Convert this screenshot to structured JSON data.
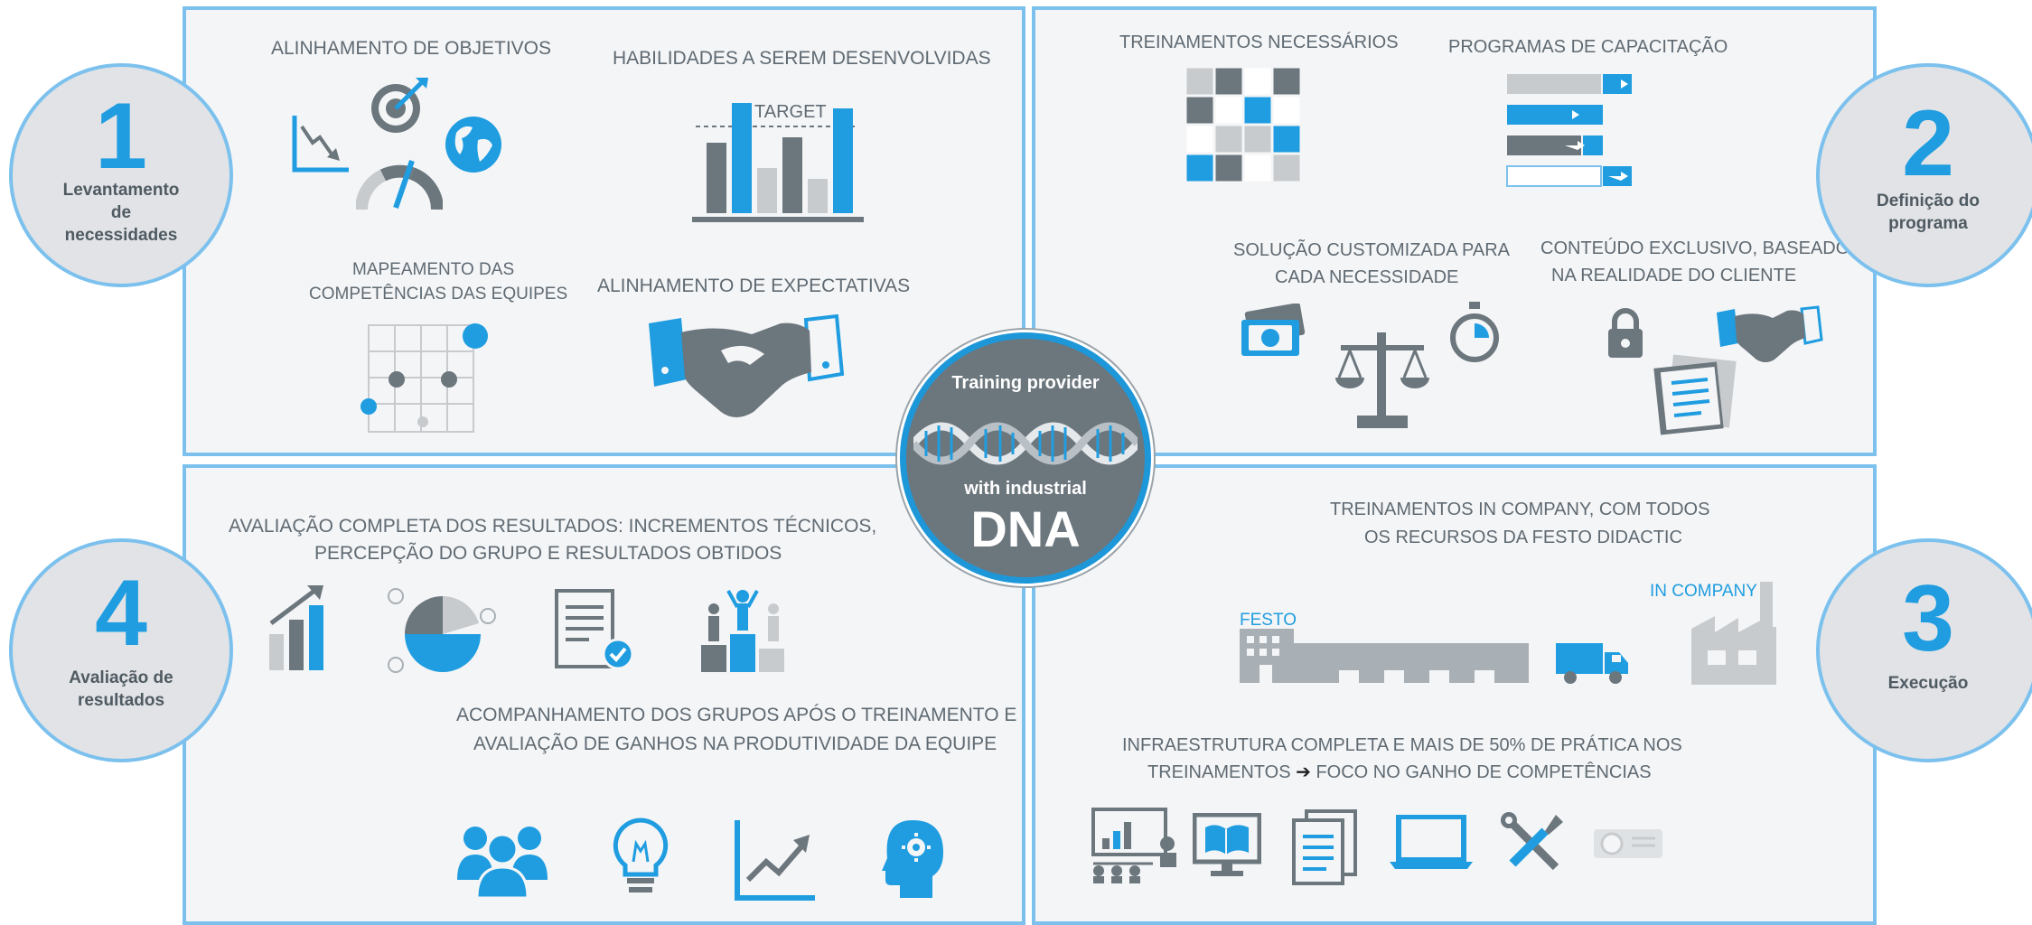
{
  "center": {
    "line1": "Training provider",
    "line2": "with industrial",
    "line3": "DNA"
  },
  "steps": [
    {
      "number": "1",
      "label": "Levantamento de necessidades"
    },
    {
      "number": "2",
      "label": "Definição do programa"
    },
    {
      "number": "3",
      "label": "Execução"
    },
    {
      "number": "4",
      "label": "Avaliação de resultados"
    }
  ],
  "step1": {
    "alinhamento_objetivos": "ALINHAMENTO DE OBJETIVOS",
    "habilidades": "HABILIDADES A SEREM DESENVOLVIDAS",
    "target": "TARGET",
    "mapeamento_l1": "MAPEAMENTO DAS",
    "mapeamento_l2": "COMPETÊNCIAS DAS  EQUIPES",
    "expectativas": "ALINHAMENTO DE EXPECTATIVAS"
  },
  "step2": {
    "treinamentos": "TREINAMENTOS NECESSÁRIOS",
    "programas": "PROGRAMAS DE CAPACITAÇÃO",
    "solucao_l1": "SOLUÇÃO CUSTOMIZADA PARA",
    "solucao_l2": "CADA NECESSIDADE",
    "conteudo_l1": "CONTEÚDO EXCLUSIVO, BASEADO",
    "conteudo_l2": "NA REALIDADE DO CLIENTE"
  },
  "step3": {
    "incompany_l1": "TREINAMENTOS IN COMPANY, COM TODOS",
    "incompany_l2": "OS RECURSOS DA FESTO DIDACTIC",
    "festo": "FESTO",
    "in_company": "IN COMPANY",
    "infra_l1": "INFRAESTRUTURA COMPLETA E MAIS DE 50% DE PRÁTICA NOS",
    "infra_l2a": "TREINAMENTOS",
    "infra_arrow": "➔",
    "infra_l2b": "FOCO NO GANHO DE COMPETÊNCIAS"
  },
  "step4": {
    "avaliacao_l1": "AVALIAÇÃO COMPLETA DOS RESULTADOS: INCREMENTOS TÉCNICOS,",
    "avaliacao_l2": "PERCEPÇÃO DO GRUPO E RESULTADOS OBTIDOS",
    "acomp_l1": "ACOMPANHAMENTO DOS GRUPOS APÓS O TREINAMENTO E",
    "acomp_l2": "AVALIAÇÃO DE GANHOS NA PRODUTIVIDADE DA EQUIPE"
  },
  "colors": {
    "blue": "#1f9de0",
    "gray": "#6c767d",
    "light_gray": "#c8cbce",
    "border": "#7cc1ee",
    "panel_bg": "#f4f5f7"
  }
}
